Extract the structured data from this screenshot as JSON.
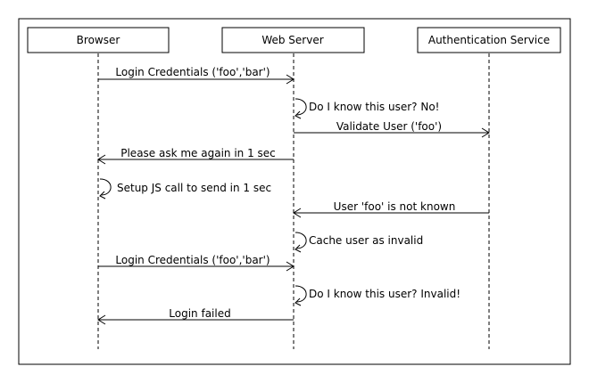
{
  "diagram": {
    "participants": [
      {
        "id": "browser",
        "label": "Browser"
      },
      {
        "id": "web",
        "label": "Web Server"
      },
      {
        "id": "auth",
        "label": "Authentication Service"
      }
    ],
    "messages": [
      {
        "from": "browser",
        "to": "web",
        "label": "Login Credentials ('foo','bar')",
        "arrow": "open"
      },
      {
        "from": "web",
        "to": "web",
        "label": "Do I know this user? No!",
        "arrow": "open"
      },
      {
        "from": "web",
        "to": "auth",
        "label": "Validate User ('foo')",
        "arrow": "open"
      },
      {
        "from": "web",
        "to": "browser",
        "label": "Please ask me again in 1 sec",
        "arrow": "open"
      },
      {
        "from": "browser",
        "to": "browser",
        "label": "Setup JS call to send in 1 sec",
        "arrow": "open"
      },
      {
        "from": "auth",
        "to": "web",
        "label": "User 'foo' is not known",
        "arrow": "open"
      },
      {
        "from": "web",
        "to": "web",
        "label": "Cache user as invalid",
        "arrow": "open"
      },
      {
        "from": "browser",
        "to": "web",
        "label": "Login Credentials ('foo','bar')",
        "arrow": "open"
      },
      {
        "from": "web",
        "to": "web",
        "label": "Do I know this user? Invalid!",
        "arrow": "open"
      },
      {
        "from": "web",
        "to": "browser",
        "label": "Login failed",
        "arrow": "open"
      }
    ]
  }
}
